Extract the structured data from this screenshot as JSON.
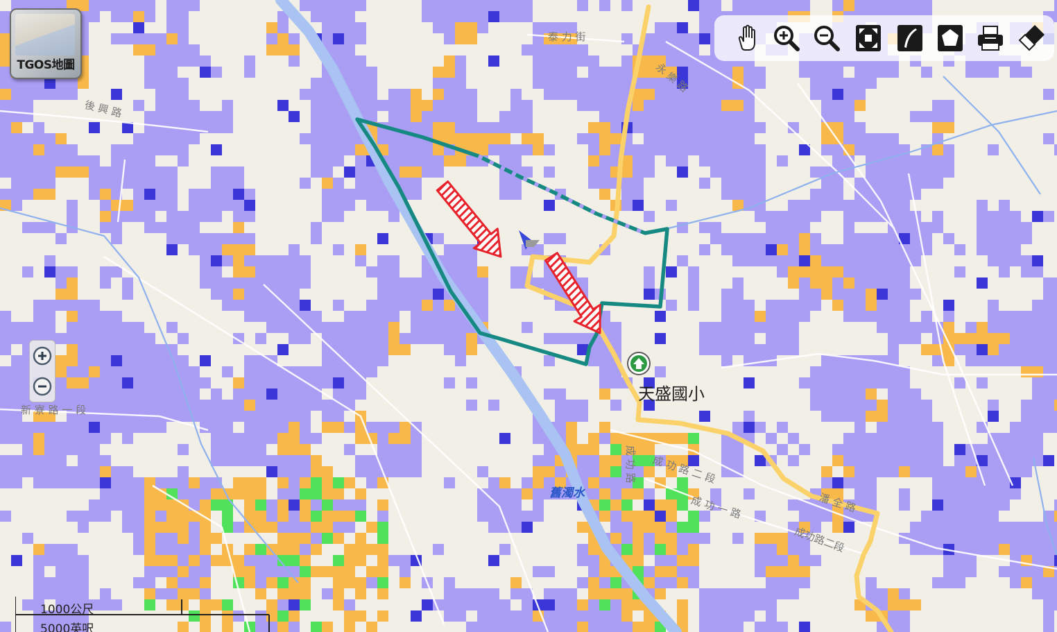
{
  "map": {
    "logo_text": "TGOS地圖",
    "toolbar": [
      {
        "name": "pan-hand-icon",
        "label": "pan"
      },
      {
        "name": "zoom-in-icon",
        "label": "zoom-in"
      },
      {
        "name": "zoom-out-icon",
        "label": "zoom-out"
      },
      {
        "name": "full-extent-icon",
        "label": "full-extent"
      },
      {
        "name": "measure-line-icon",
        "label": "measure-line"
      },
      {
        "name": "measure-area-icon",
        "label": "measure-area"
      },
      {
        "name": "print-icon",
        "label": "print"
      },
      {
        "name": "eraser-icon",
        "label": "clear"
      }
    ],
    "poi": {
      "school": "天盛國小",
      "river": "舊濁水"
    },
    "roads": [
      "新 寮 路 一 段",
      "成 功 路 二 段",
      "成 功 一 路",
      "成功路二段",
      "潘 全 路",
      "後 興 路",
      "永 樂 路",
      "泰 力 街",
      "成 功 路"
    ],
    "scale": {
      "metric": "1000公尺",
      "imperial": "5000英呎"
    },
    "colors": {
      "background": "#f1efe6",
      "river": "#a9c4f2",
      "lavender": "#a99df4",
      "orange": "#f8b84a",
      "green": "#4fe25a",
      "blue": "#3a36d8",
      "boundary": "#168a82",
      "main_road": "#fbd26a",
      "arrow_fill": "#ffffff",
      "arrow_stroke": "#e8222a"
    }
  }
}
